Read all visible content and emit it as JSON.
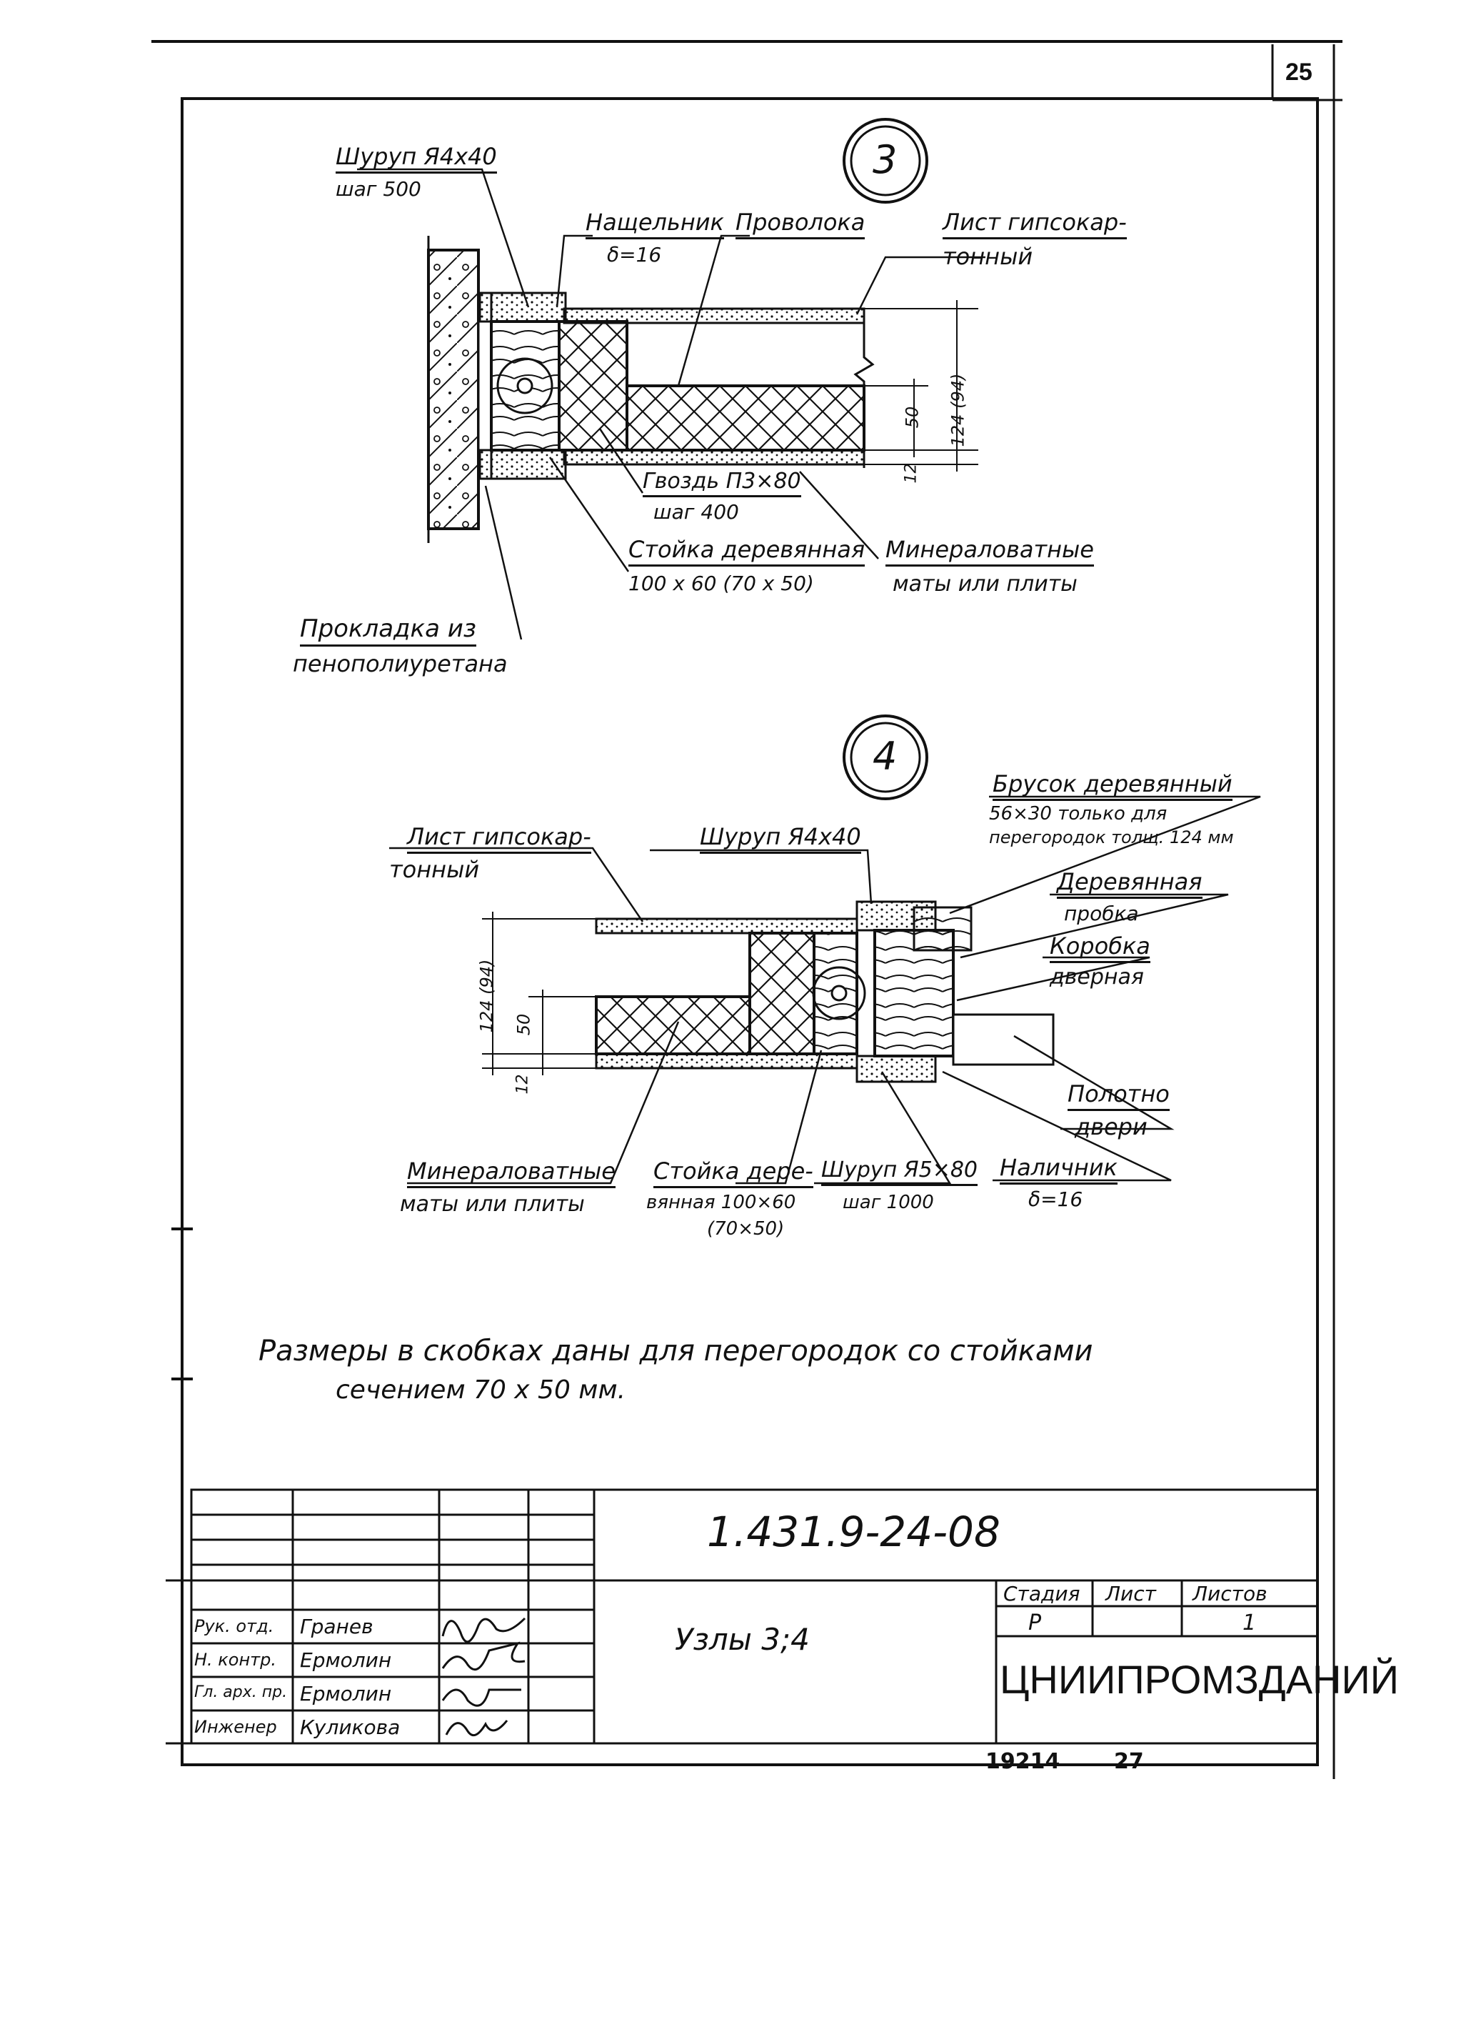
{
  "sheet": {
    "number": "25",
    "bottom_left_no": "19214",
    "bottom_right_no": "27"
  },
  "node3": {
    "label": "3",
    "screw": "Шуруп Я4х40",
    "screw_step": "шаг 500",
    "platband": "Нащельник",
    "platband_size": "δ=16",
    "wire": "Проволока",
    "gypsum": "Лист гипсокар-",
    "gypsum2": "тонный",
    "nail": "Гвоздь П3×80",
    "nail_step": "шаг 400",
    "stud": "Стойка деревянная",
    "stud_size": "100 х 60 (70 х 50)",
    "mineral": "Минераловатные",
    "mineral2": "маты или плиты",
    "gasket": "Прокладка из",
    "gasket2": "пенополиуретана",
    "dim_total": "124 (94)",
    "dim_50": "50",
    "dim_12": "12"
  },
  "node4": {
    "label": "4",
    "gypsum": "Лист гипсокар-",
    "gypsum2": "тонный",
    "screw": "Шуруп Я4х40",
    "bar": "Брусок деревянный",
    "bar2": "56×30 только для",
    "bar3": "перегородок толщ. 124 мм",
    "plug": "Деревянная",
    "plug2": "пробка",
    "box": "Коробка",
    "box2": "дверная",
    "leaf": "Полотно",
    "leaf2": "двери",
    "casing": "Наличник",
    "casing_size": "δ=16",
    "mineral": "Минераловатные",
    "mineral2": "маты или плиты",
    "stud": "Стойка дере-",
    "stud2": "вянная 100×60",
    "stud3": "(70×50)",
    "screw2": "Шуруп Я5×80",
    "screw2_step": "шаг 1000",
    "dim_total": "124 (94)",
    "dim_50": "50",
    "dim_12": "12"
  },
  "note": {
    "line1": "Размеры в скобках даны для перегородок со стойками",
    "line2": "сечением    70 х 50 мм."
  },
  "title_block": {
    "code": "1.431.9-24-08",
    "title": "Узлы 3;4",
    "stage_h": "Стадия",
    "sheet_h": "Лист",
    "sheets_h": "Листов",
    "stage": "Р",
    "sheets": "1",
    "org": "ЦНИИПРОМЗДАНИЙ",
    "rows": [
      {
        "role": "Рук. отд.",
        "name": "Гранев"
      },
      {
        "role": "Н. контр.",
        "name": "Ермолин"
      },
      {
        "role": "Гл. арх. пр.",
        "name": "Ермолин"
      },
      {
        "role": "Инженер",
        "name": "Куликова"
      }
    ]
  }
}
